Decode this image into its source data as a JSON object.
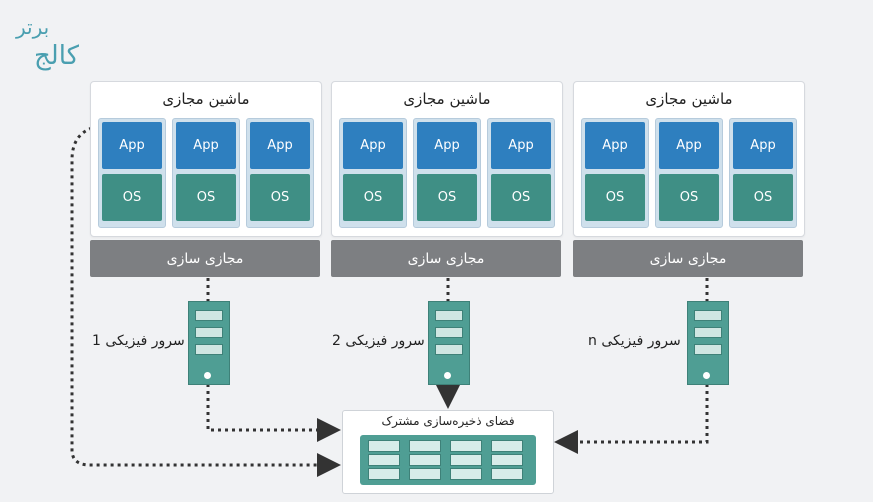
{
  "logo": {
    "text_top": "برتر",
    "text_bottom": "کالج"
  },
  "panels": [
    {
      "vm_title": "ماشین مجازی",
      "virt_label": "مجازی سازی",
      "server_label": "سرور فیزیکی 1"
    },
    {
      "vm_title": "ماشین مجازی",
      "virt_label": "مجازی سازی",
      "server_label": "سرور فیزیکی 2"
    },
    {
      "vm_title": "ماشین مجازی",
      "virt_label": "مجازی سازی",
      "server_label": "سرور فیزیکی n"
    }
  ],
  "vm": {
    "app_label": "App",
    "os_label": "OS"
  },
  "storage": {
    "title": "فضای ذخیره‌سازی مشترک"
  },
  "colors": {
    "app": "#2e7fbf",
    "os": "#3f8f85",
    "virtualization": "#7d7f82",
    "server": "#4f9e94",
    "connector": "#333333",
    "logo": "#4a9fb0"
  }
}
